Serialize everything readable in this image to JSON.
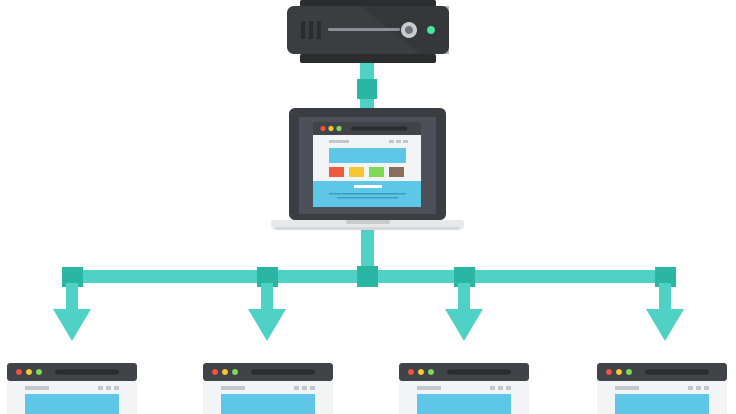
{
  "diagram": {
    "nodes": [
      {
        "role": "server",
        "icon": "server-icon"
      },
      {
        "role": "laptop",
        "icon": "laptop-icon"
      },
      {
        "role": "browser-window",
        "icon": "browser-window-icon"
      },
      {
        "role": "browser-window",
        "icon": "browser-window-icon"
      },
      {
        "role": "browser-window",
        "icon": "browser-window-icon"
      },
      {
        "role": "browser-window",
        "icon": "browser-window-icon"
      }
    ],
    "edges": [
      {
        "from": "server",
        "to": "laptop"
      },
      {
        "from": "laptop",
        "to": "browser-window-1"
      },
      {
        "from": "laptop",
        "to": "browser-window-2"
      },
      {
        "from": "laptop",
        "to": "browser-window-3"
      },
      {
        "from": "laptop",
        "to": "browser-window-4"
      }
    ]
  },
  "colors": {
    "connector": "#4fd1c5",
    "connector_joint": "#2bb5a3",
    "server_body": "#3b3e41",
    "server_dark": "#2a2c2e",
    "server_led": "#45e6a0",
    "laptop_frame": "#3a3d42",
    "laptop_screen": "#4c5058",
    "laptop_base": "#e6e8ea",
    "browser_bar": "#404347",
    "browser_body": "#f3f4f6",
    "content_blue": "#5ec6e6",
    "dot_red": "#f0533e",
    "dot_yellow": "#f6c631",
    "dot_green": "#7ed957",
    "tile_red": "#f05a3c",
    "tile_yellow": "#f6c631",
    "tile_green": "#7ed957",
    "tile_brown": "#8b6e5c"
  }
}
